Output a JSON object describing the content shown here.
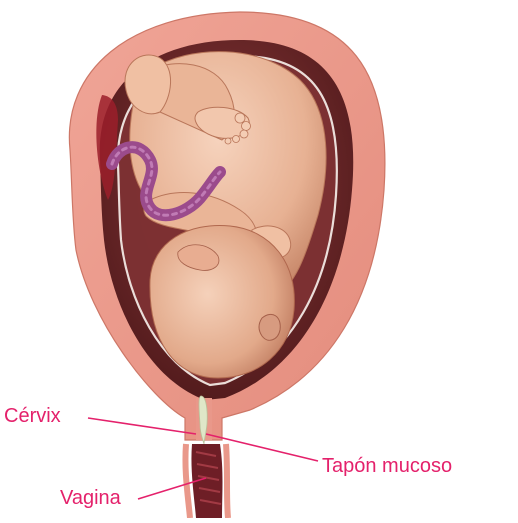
{
  "labels": {
    "cervix": "Cérvix",
    "mucus_plug": "Tapón mucoso",
    "vagina": "Vagina"
  },
  "colors": {
    "label_text": "#e4216b",
    "leader_line": "#e4216b",
    "uterine_wall": "#e9988a",
    "uterine_wall_edge": "#c9705f",
    "inner_cavity": "#5a1f22",
    "amniotic_sac": "#8a3b3b",
    "fetus_skin": "#e7b59b",
    "fetus_shadow": "#c98567",
    "umbilical_cord": "#9b4b8c",
    "mucus_plug": "#dfe7c8",
    "vagina_canal": "#6e1e26"
  },
  "icons": [
    "uterus-illustration",
    "fetus-illustration",
    "umbilical-cord-illustration",
    "mucus-plug-illustration"
  ]
}
